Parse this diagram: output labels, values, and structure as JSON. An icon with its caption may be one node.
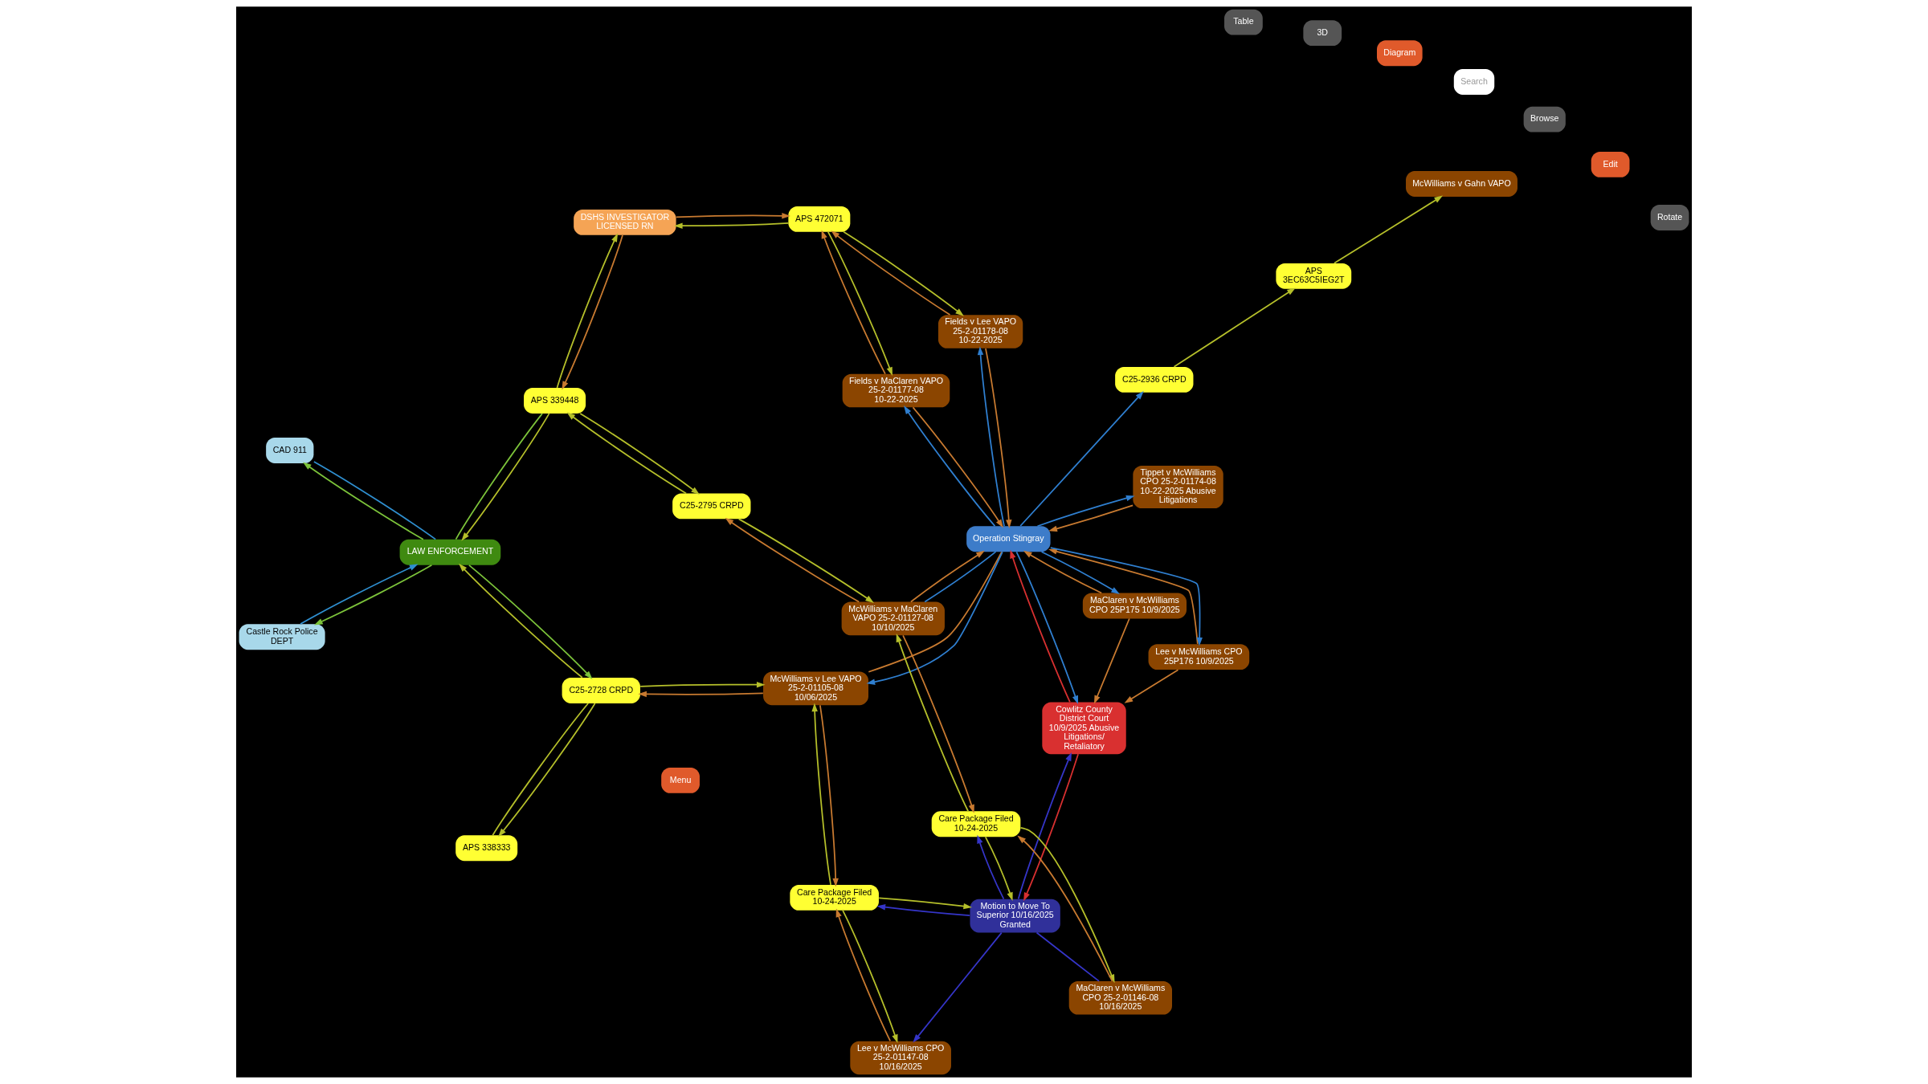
{
  "diagram": {
    "nodes": [
      {
        "text": [
          "CAD 911"
        ]
      },
      {
        "text": [
          "Castle Rock Police DEPT"
        ]
      },
      {
        "text": [
          "LAW ENFORCEMENT"
        ]
      },
      {
        "text": [
          "APS 338333"
        ]
      },
      {
        "text": [
          "C25-2728 CRPD"
        ]
      },
      {
        "text": [
          "McWilliams v Lee VAPO 25-2-01105-08 10/06/2025"
        ]
      },
      {
        "text": [
          "Care Package Filed 10-24-2025"
        ]
      },
      {
        "text": [
          "Lee v McWilliams CPO 25-2-01147-08 10/16/2025"
        ]
      },
      {
        "text": [
          "Fields v MaClaren VAPO 25-2-01177-08 10-22-2025"
        ]
      },
      {
        "text": [
          "Tippet v McWilliams CPO 25-2-01174-08 10-22-2025 Abusive Litigations"
        ]
      },
      {
        "text": [
          "Lee v McWilliams CPO 25P176 10/9/2025"
        ]
      },
      {
        "text": [
          "DSHS INVESTIGATOR LICENSED RN"
        ]
      },
      {
        "text": [
          "APS 472071"
        ]
      },
      {
        "text": [
          "McWilliams v Gahn VAPO"
        ]
      },
      {
        "text": [
          "APS",
          "3EC63C5IEG2T"
        ]
      },
      {
        "text": [
          "C25-2936 CRPD"
        ]
      },
      {
        "text": [
          "Operation Stingray"
        ]
      },
      {
        "text": [
          "Cowlitz County District Court 10/9/2025 Abusive Litigations/ Retaliatory"
        ]
      },
      {
        "text": [
          "Motion to Move To Superior 10/16/2025 Granted"
        ]
      },
      {
        "text": [
          "Fields v Lee VAPO 25-2-01178-08 10-22-2025"
        ]
      },
      {
        "text": [
          "MaClaren v McWilliams CPO 25P175 10/9/2025"
        ]
      },
      {
        "text": [
          "APS 339448"
        ]
      },
      {
        "text": [
          "C25-2795 CRPD"
        ]
      },
      {
        "text": [
          "McWilliams v MaClaren VAPO 25-2-01127-08 10/10/2025"
        ]
      },
      {
        "text": [
          "Care Package Filed 10-24-2025"
        ]
      },
      {
        "text": [
          "MaClaren v McWilliams CPO 25-2-01146-08 10/16/2025"
        ]
      }
    ],
    "edges": [
      {
        "from": 2,
        "to": 0,
        "arrow": "to",
        "color": "#7cc33a"
      },
      {
        "from": 0,
        "to": 2,
        "arrow": "none",
        "color": "#2f8fd0"
      },
      {
        "from": 2,
        "to": 1,
        "arrow": "to",
        "color": "#7cc33a"
      },
      {
        "from": 1,
        "to": 2,
        "arrow": "to",
        "color": "#2f8fd0"
      },
      {
        "from": 4,
        "to": 2,
        "arrow": "to",
        "color": "#b5bf2a"
      },
      {
        "from": 2,
        "to": 4,
        "arrow": "to",
        "color": "#7cc33a"
      },
      {
        "from": 21,
        "to": 2,
        "arrow": "to",
        "color": "#b5bf2a"
      },
      {
        "from": 2,
        "to": 21,
        "arrow": "none",
        "color": "#7cc33a"
      },
      {
        "from": 4,
        "to": 3,
        "arrow": "to",
        "color": "#b5bf2a"
      },
      {
        "from": 3,
        "to": 4,
        "arrow": "none",
        "color": "#b5bf2a"
      },
      {
        "from": 5,
        "to": 4,
        "arrow": "to",
        "color": "#c87a30"
      },
      {
        "from": 4,
        "to": 5,
        "arrow": "to",
        "color": "#b5bf2a"
      },
      {
        "from": 5,
        "to": 6,
        "arrow": "to",
        "color": "#c87a30"
      },
      {
        "from": 6,
        "to": 5,
        "arrow": "to",
        "color": "#b5bf2a"
      },
      {
        "from": 7,
        "to": 6,
        "arrow": "to",
        "color": "#c87a30"
      },
      {
        "from": 6,
        "to": 7,
        "arrow": "to",
        "color": "#b5bf2a"
      },
      {
        "from": 16,
        "to": 5,
        "arrow": "to",
        "color": "#2f7fd0"
      },
      {
        "from": 5,
        "to": 16,
        "arrow": "none",
        "color": "#c87a30"
      },
      {
        "from": 16,
        "to": 8,
        "arrow": "to",
        "color": "#2f7fd0"
      },
      {
        "from": 8,
        "to": 16,
        "arrow": "to",
        "color": "#c87a30"
      },
      {
        "from": 16,
        "to": 9,
        "arrow": "to",
        "color": "#2f7fd0"
      },
      {
        "from": 9,
        "to": 16,
        "arrow": "to",
        "color": "#c87a30"
      },
      {
        "from": 16,
        "to": 10,
        "arrow": "to",
        "color": "#2f7fd0"
      },
      {
        "from": 10,
        "to": 16,
        "arrow": "to",
        "color": "#c87a30"
      },
      {
        "from": 10,
        "to": 17,
        "arrow": "to",
        "color": "#c87a30"
      },
      {
        "from": 6,
        "to": 18,
        "arrow": "to",
        "color": "#b5bf2a"
      },
      {
        "from": 18,
        "to": 6,
        "arrow": "to",
        "color": "#3535c8"
      },
      {
        "from": 18,
        "to": 7,
        "arrow": "to",
        "color": "#3535c8"
      },
      {
        "from": 16,
        "to": 17,
        "arrow": "to",
        "color": "#2f7fd0"
      },
      {
        "from": 17,
        "to": 16,
        "arrow": "to",
        "color": "#d83030"
      },
      {
        "from": 17,
        "to": 18,
        "arrow": "to",
        "color": "#d83030"
      },
      {
        "from": 18,
        "to": 17,
        "arrow": "to",
        "color": "#3535c8"
      },
      {
        "from": 16,
        "to": 15,
        "arrow": "to",
        "color": "#2f7fd0"
      },
      {
        "from": 15,
        "to": 14,
        "arrow": "to",
        "color": "#b5bf2a"
      },
      {
        "from": 14,
        "to": 13,
        "arrow": "to",
        "color": "#b5bf2a"
      },
      {
        "from": 8,
        "to": 12,
        "arrow": "to",
        "color": "#c87a30"
      },
      {
        "from": 12,
        "to": 8,
        "arrow": "to",
        "color": "#b5bf2a"
      },
      {
        "from": 11,
        "to": 12,
        "arrow": "to",
        "color": "#c87a30"
      },
      {
        "from": 12,
        "to": 11,
        "arrow": "to",
        "color": "#b5bf2a"
      },
      {
        "from": 11,
        "to": 21,
        "arrow": "to",
        "color": "#c87a30"
      },
      {
        "from": 21,
        "to": 11,
        "arrow": "to",
        "color": "#b5bf2a"
      },
      {
        "from": 12,
        "to": 19,
        "arrow": "to",
        "color": "#b5bf2a"
      },
      {
        "from": 19,
        "to": 12,
        "arrow": "to",
        "color": "#c87a30"
      },
      {
        "from": 16,
        "to": 19,
        "arrow": "to",
        "color": "#2f7fd0"
      },
      {
        "from": 19,
        "to": 16,
        "arrow": "to",
        "color": "#c87a30"
      },
      {
        "from": 16,
        "to": 20,
        "arrow": "to",
        "color": "#2f7fd0"
      },
      {
        "from": 20,
        "to": 16,
        "arrow": "to",
        "color": "#c87a30"
      },
      {
        "from": 20,
        "to": 17,
        "arrow": "to",
        "color": "#c87a30"
      },
      {
        "from": 16,
        "to": 23,
        "arrow": "none",
        "color": "#2f7fd0"
      },
      {
        "from": 23,
        "to": 16,
        "arrow": "to",
        "color": "#c87a30"
      },
      {
        "from": 21,
        "to": 22,
        "arrow": "to",
        "color": "#b5bf2a"
      },
      {
        "from": 22,
        "to": 21,
        "arrow": "to",
        "color": "#b5bf2a"
      },
      {
        "from": 23,
        "to": 22,
        "arrow": "to",
        "color": "#c87a30"
      },
      {
        "from": 22,
        "to": 23,
        "arrow": "to",
        "color": "#b5bf2a"
      },
      {
        "from": 23,
        "to": 24,
        "arrow": "to",
        "color": "#c87a30"
      },
      {
        "from": 24,
        "to": 23,
        "arrow": "to",
        "color": "#b5bf2a"
      },
      {
        "from": 25,
        "to": 24,
        "arrow": "to",
        "color": "#c87a30"
      },
      {
        "from": 24,
        "to": 25,
        "arrow": "to",
        "color": "#b5bf2a"
      },
      {
        "from": 24,
        "to": 18,
        "arrow": "to",
        "color": "#b5bf2a"
      },
      {
        "from": 18,
        "to": 24,
        "arrow": "to",
        "color": "#3535c8"
      },
      {
        "from": 18,
        "to": 25,
        "arrow": "none",
        "color": "#3535c8"
      }
    ],
    "labels": [
      "Menu",
      "Rotate",
      "Edit",
      "Browse",
      "Search",
      "Diagram",
      "3D",
      "Table"
    ]
  }
}
